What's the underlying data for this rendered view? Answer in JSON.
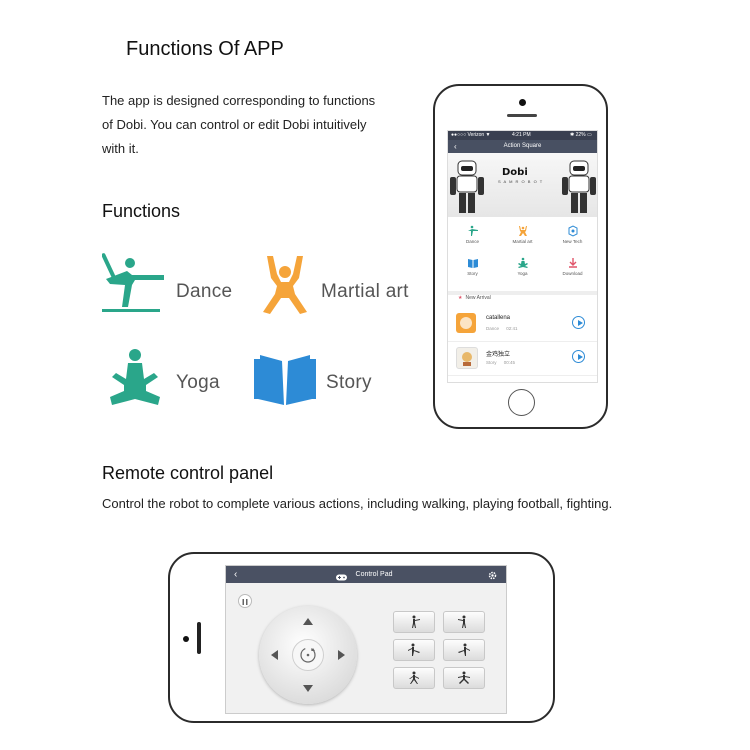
{
  "header": {
    "title": "Functions Of APP",
    "description_lines": [
      "The app is designed corresponding to functions",
      "of Dobi. You can control or edit Dobi intuitively",
      "with it."
    ]
  },
  "functions": {
    "title": "Functions",
    "items": [
      {
        "label": "Dance",
        "icon": "dance-icon",
        "color": "#2aa68a"
      },
      {
        "label": "Martial art",
        "icon": "martial-art-icon",
        "color": "#f5a43a"
      },
      {
        "label": "Yoga",
        "icon": "yoga-icon",
        "color": "#2aa68a"
      },
      {
        "label": "Story",
        "icon": "story-icon",
        "color": "#2d8bd6"
      }
    ]
  },
  "portrait_app": {
    "status_left": "●●○○○ Verizon ▼",
    "status_time": "4:21 PM",
    "status_right": "✱ 22% ▭",
    "nav_title": "Action Square",
    "banner_logo": "Dobi",
    "banner_tag": "S A M R O B O T",
    "grid": [
      {
        "label": "Dance",
        "icon": "dance-icon"
      },
      {
        "label": "Martial art",
        "icon": "martial-art-icon"
      },
      {
        "label": "New Tech",
        "icon": "new-tech-icon"
      },
      {
        "label": "Story",
        "icon": "story-icon"
      },
      {
        "label": "Yoga",
        "icon": "yoga-icon"
      },
      {
        "label": "Download",
        "icon": "download-icon"
      }
    ],
    "list_header": "New Arrival",
    "list": [
      {
        "name": "catallena",
        "category": "Dance",
        "time": "02:41"
      },
      {
        "name": "金鸡独立",
        "category": "Story",
        "time": "00:45"
      }
    ]
  },
  "remote": {
    "title": "Remote control panel",
    "description": "Control the robot to complete various actions, including walking, playing football, fighting.",
    "nav_title": "Control Pad",
    "action_buttons": [
      "punch-left",
      "punch-right",
      "kick-left",
      "kick-right",
      "stance-left",
      "stance-right"
    ]
  },
  "colors": {
    "accent_green": "#2aa68a",
    "accent_orange": "#f5a43a",
    "accent_blue": "#2d8bd6",
    "nav_dark": "#485062"
  }
}
